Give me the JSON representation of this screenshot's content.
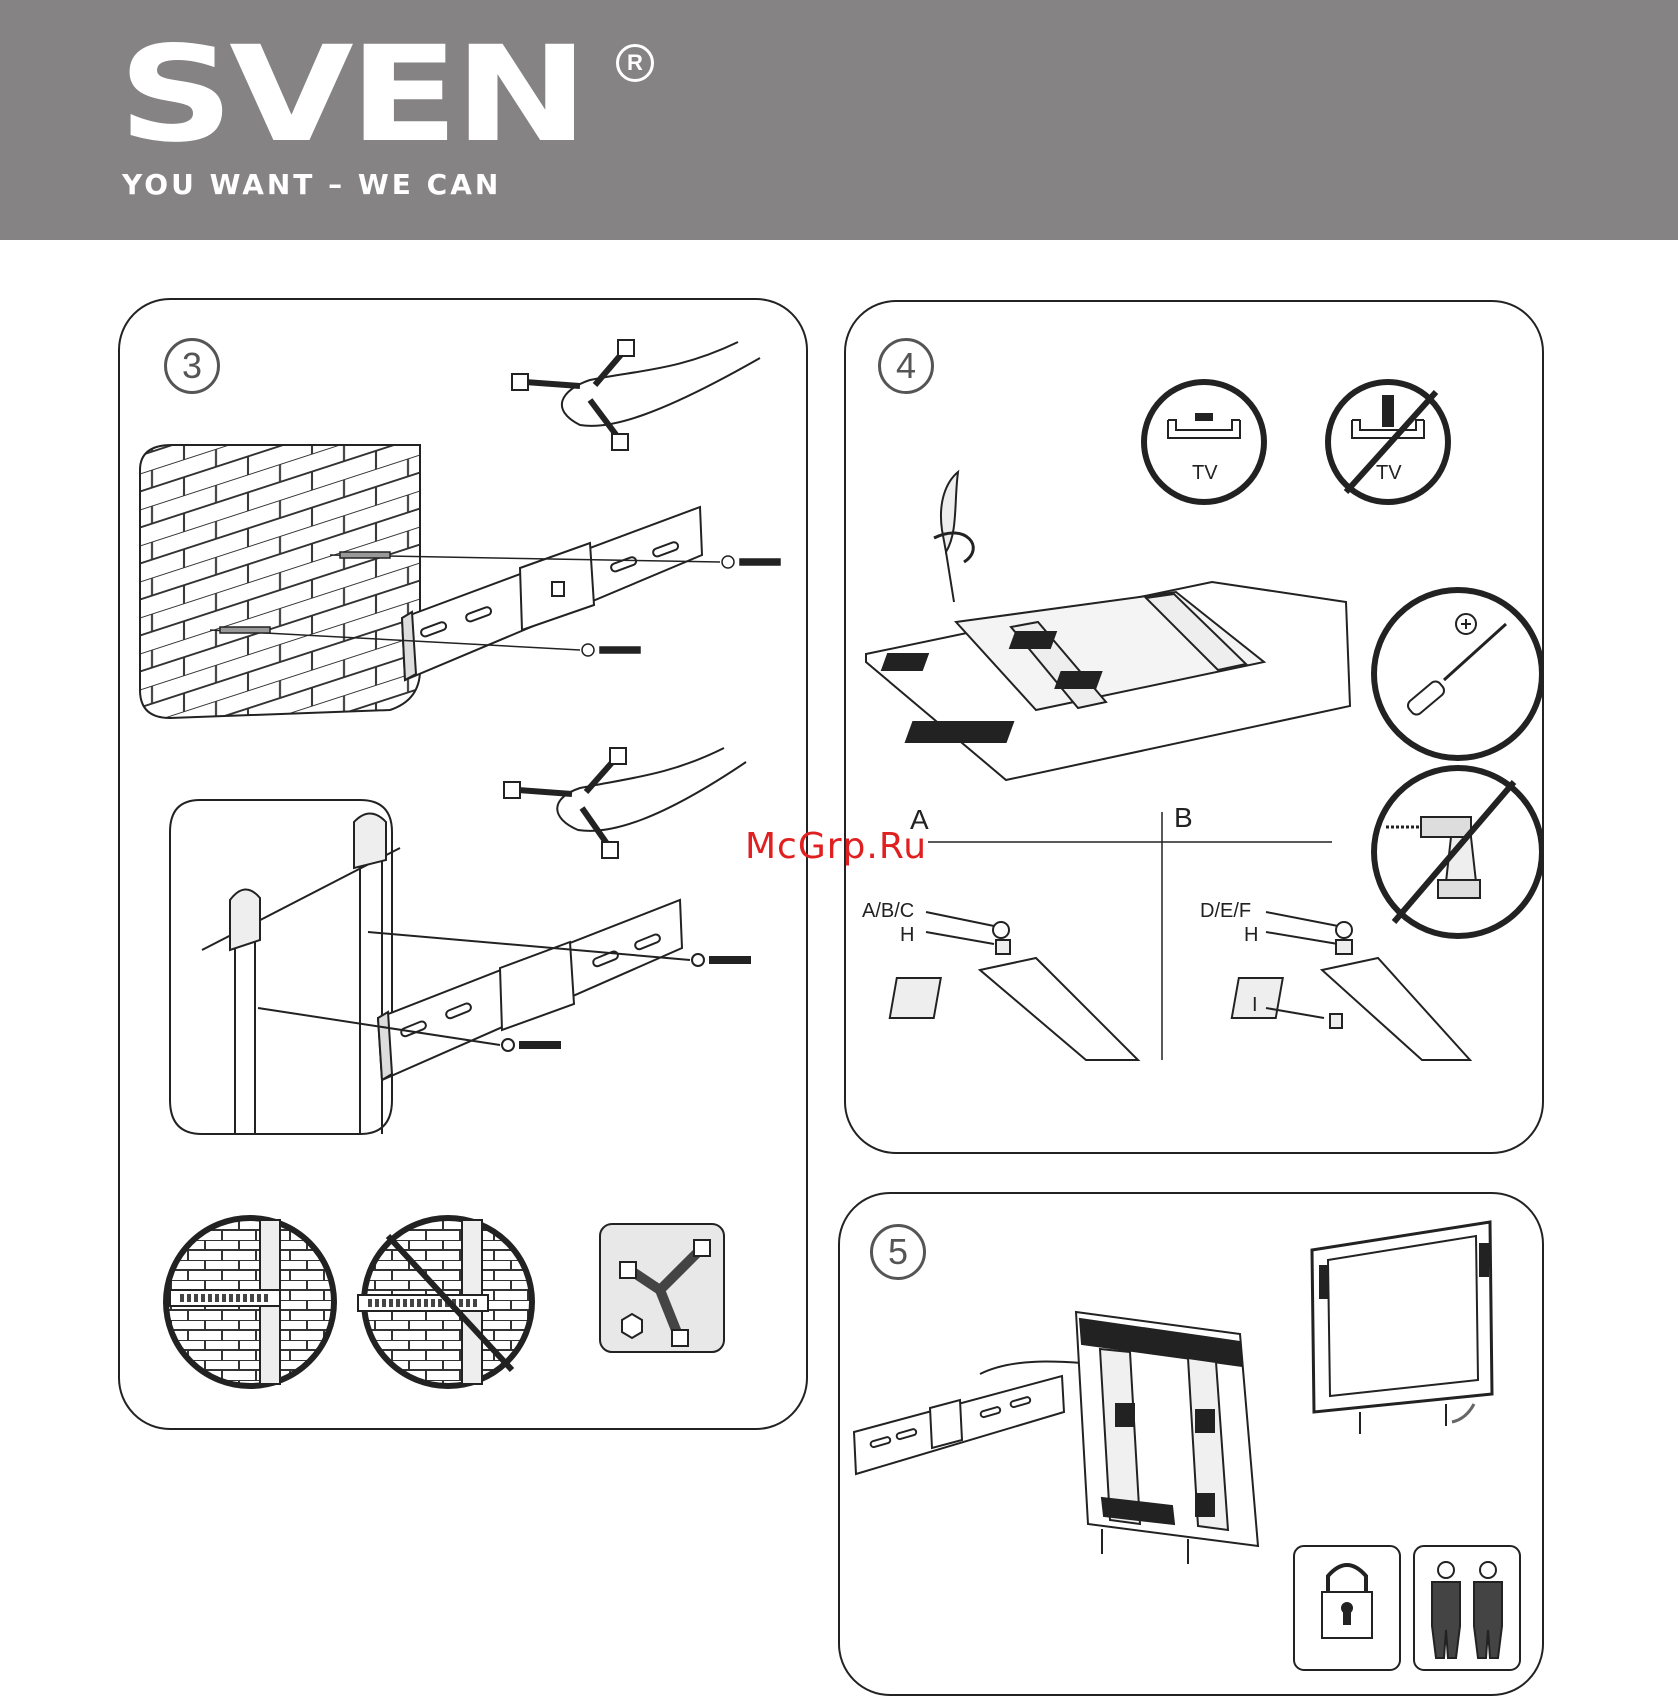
{
  "brand": {
    "logo": "SVEN",
    "registered": "R",
    "slogan": "YOU WANT – WE CAN"
  },
  "steps": {
    "step3": {
      "number": "3"
    },
    "step4": {
      "number": "4",
      "ok_label": "TV",
      "bad_label": "TV",
      "section_a": "A",
      "section_b": "B",
      "label_abc": "A/B/C",
      "label_h_a": "H",
      "label_def": "D/E/F",
      "label_h_b": "H",
      "label_i": "I"
    },
    "step5": {
      "number": "5"
    }
  },
  "watermark": "McGrp.Ru",
  "colors": {
    "header": "#858384",
    "watermark": "#e02020"
  }
}
